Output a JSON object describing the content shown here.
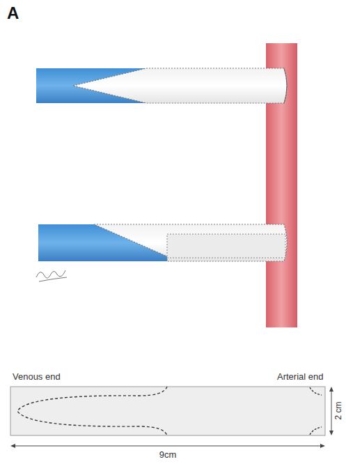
{
  "diagram": {
    "labels": [
      "A",
      "Venous end",
      "Arterial end",
      "9cm",
      "2 cm"
    ]
  }
}
